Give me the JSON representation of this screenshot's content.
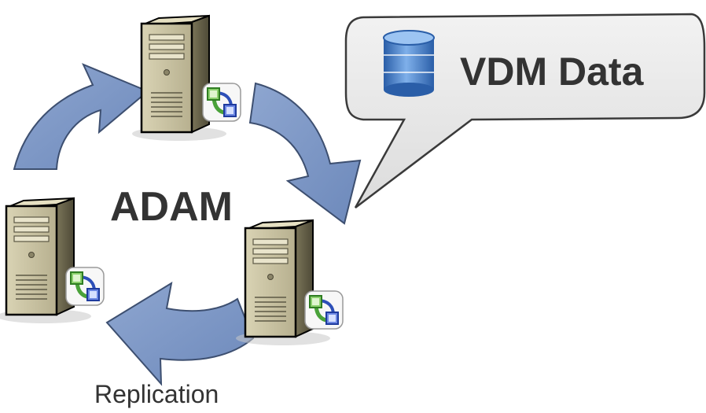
{
  "diagram": {
    "center_label": "ADAM",
    "callout_label": "VDM Data",
    "replication_label": "Replication",
    "nodes": [
      {
        "name": "server-top"
      },
      {
        "name": "server-right"
      },
      {
        "name": "server-left"
      }
    ],
    "colors": {
      "arrow_fill": "#7e99c6",
      "arrow_stroke": "#3d4f70",
      "server_body": "#c8c2a2",
      "server_shadow": "#6b6650",
      "server_outline": "#000000",
      "callout_fill": "#e6e6e6",
      "callout_stroke": "#3a3a3a",
      "database_blue": "#3b79c8",
      "badge_green": "#4aa23a",
      "badge_blue": "#2d4fb8",
      "text": "#333333"
    }
  }
}
